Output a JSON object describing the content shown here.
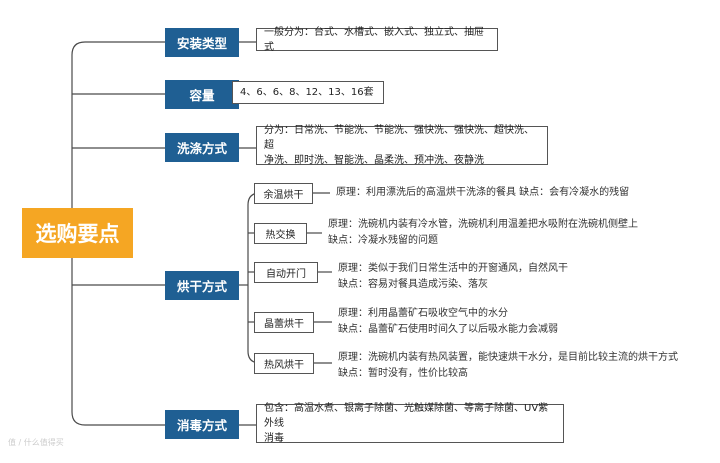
{
  "root": "选购要点",
  "categories": [
    {
      "label": "安装类型",
      "detail": [
        "一般分为：台式、水槽式、嵌入式、独立式、抽屉式"
      ]
    },
    {
      "label": "容量",
      "detail": [
        "4、6、6、8、12、13、16套"
      ]
    },
    {
      "label": "洗涤方式",
      "detail": [
        "分为：日常洗、节能洗、节能洗、强快洗、强快洗、超快洗、超",
        "净洗、即时洗、智能洗、晶柔洗、预冲洗、夜静洗"
      ]
    },
    {
      "label": "烘干方式",
      "subs": [
        {
          "label": "余温烘干",
          "lines": [
            "原理：利用漂洗后的高温烘干洗涤的餐具 缺点：会有冷凝水的残留"
          ]
        },
        {
          "label": "热交换",
          "lines": [
            "原理：洗碗机内装有冷水管，洗碗机利用温差把水吸附在洗碗机侧壁上",
            "缺点：冷凝水残留的问题"
          ]
        },
        {
          "label": "自动开门",
          "lines": [
            "原理：类似于我们日常生活中的开窗通风，自然风干",
            "缺点：容易对餐具造成污染、落灰"
          ]
        },
        {
          "label": "晶蕾烘干",
          "lines": [
            "原理：利用晶蕾矿石吸收空气中的水分",
            "缺点：晶蕾矿石使用时间久了以后吸水能力会减弱"
          ]
        },
        {
          "label": "热风烘干",
          "lines": [
            "原理：洗碗机内装有热风装置，能快速烘干水分，是目前比较主流的烘干方式",
            "缺点：暂时没有，性价比较高"
          ]
        }
      ]
    },
    {
      "label": "消毒方式",
      "detail": [
        "包含：高温水煮、银离子除菌、光触媒除菌、等离子除菌、UV紫外线",
        "消毒"
      ]
    }
  ],
  "watermark": "值 / 什么值得买",
  "colors": {
    "root": "#f5a623",
    "category": "#1f5f93",
    "line": "#4a4a4a"
  }
}
